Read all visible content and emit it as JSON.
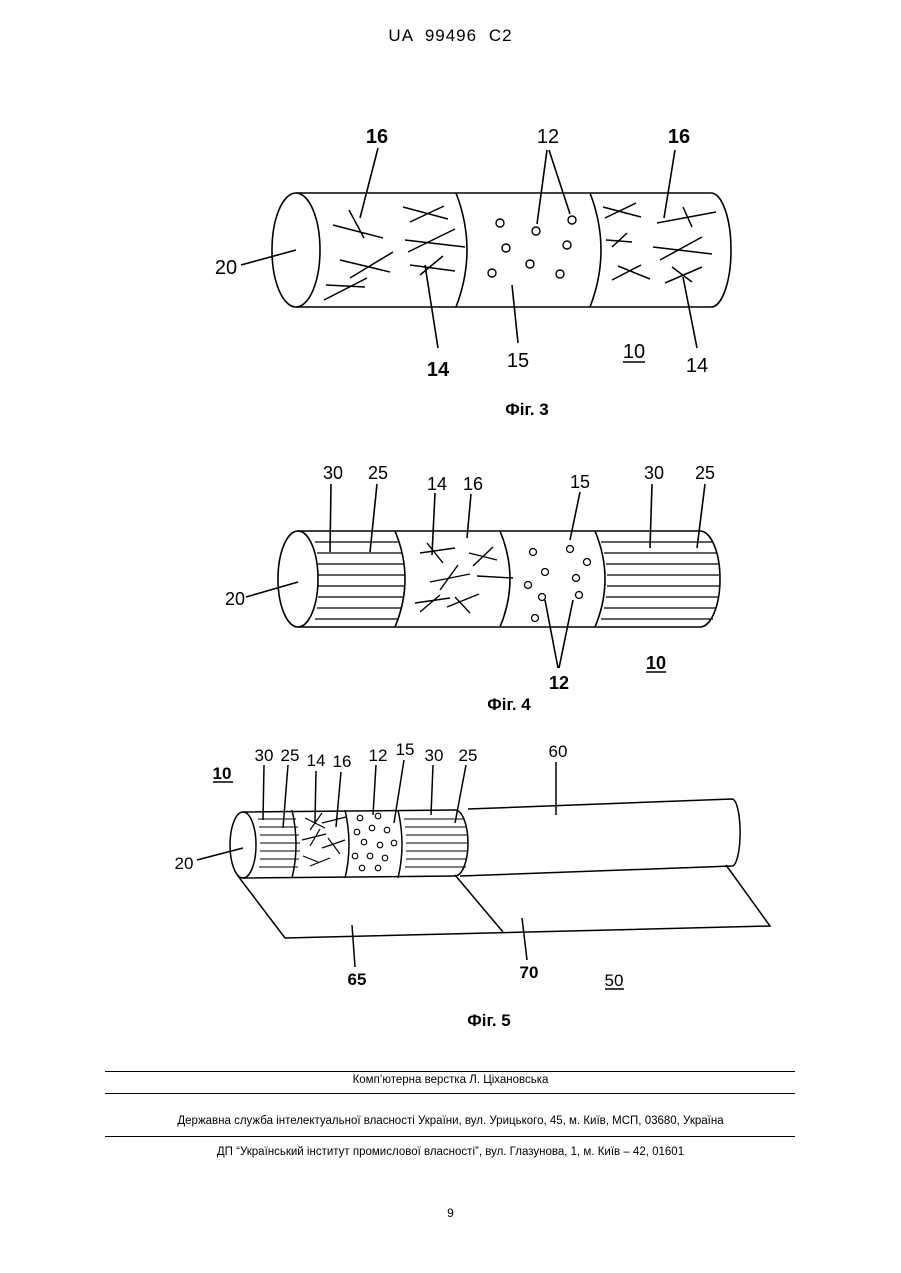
{
  "header": {
    "doc_number": "UA  99496  C2"
  },
  "figures": {
    "fig3": {
      "caption": "Фіг. 3",
      "labels": {
        "l16a": "16",
        "l12": "12",
        "l16b": "16",
        "l20": "20",
        "l14a": "14",
        "l15": "15",
        "l10": "10",
        "l14b": "14"
      }
    },
    "fig4": {
      "caption": "Фіг. 4",
      "labels": {
        "l30a": "30",
        "l25a": "25",
        "l14": "14",
        "l16": "16",
        "l15": "15",
        "l30b": "30",
        "l25b": "25",
        "l20": "20",
        "l12": "12",
        "l10": "10"
      }
    },
    "fig5": {
      "caption": "Фіг. 5",
      "labels": {
        "l10": "10",
        "l30a": "30",
        "l25a": "25",
        "l14": "14",
        "l16": "16",
        "l12": "12",
        "l15": "15",
        "l30b": "30",
        "l25b": "25",
        "l60": "60",
        "l20": "20",
        "l65": "65",
        "l70": "70",
        "l50": "50"
      }
    }
  },
  "footer": {
    "typesetting": "Комп’ютерна верстка Л. Ціхановська",
    "agency": "Державна служба інтелектуальної власності України, вул. Урицького, 45, м. Київ, МСП, 03680, Україна",
    "institute": "ДП “Український інститут промислової власності”, вул. Глазунова, 1, м. Київ – 42, 01601"
  },
  "page_number": "9"
}
